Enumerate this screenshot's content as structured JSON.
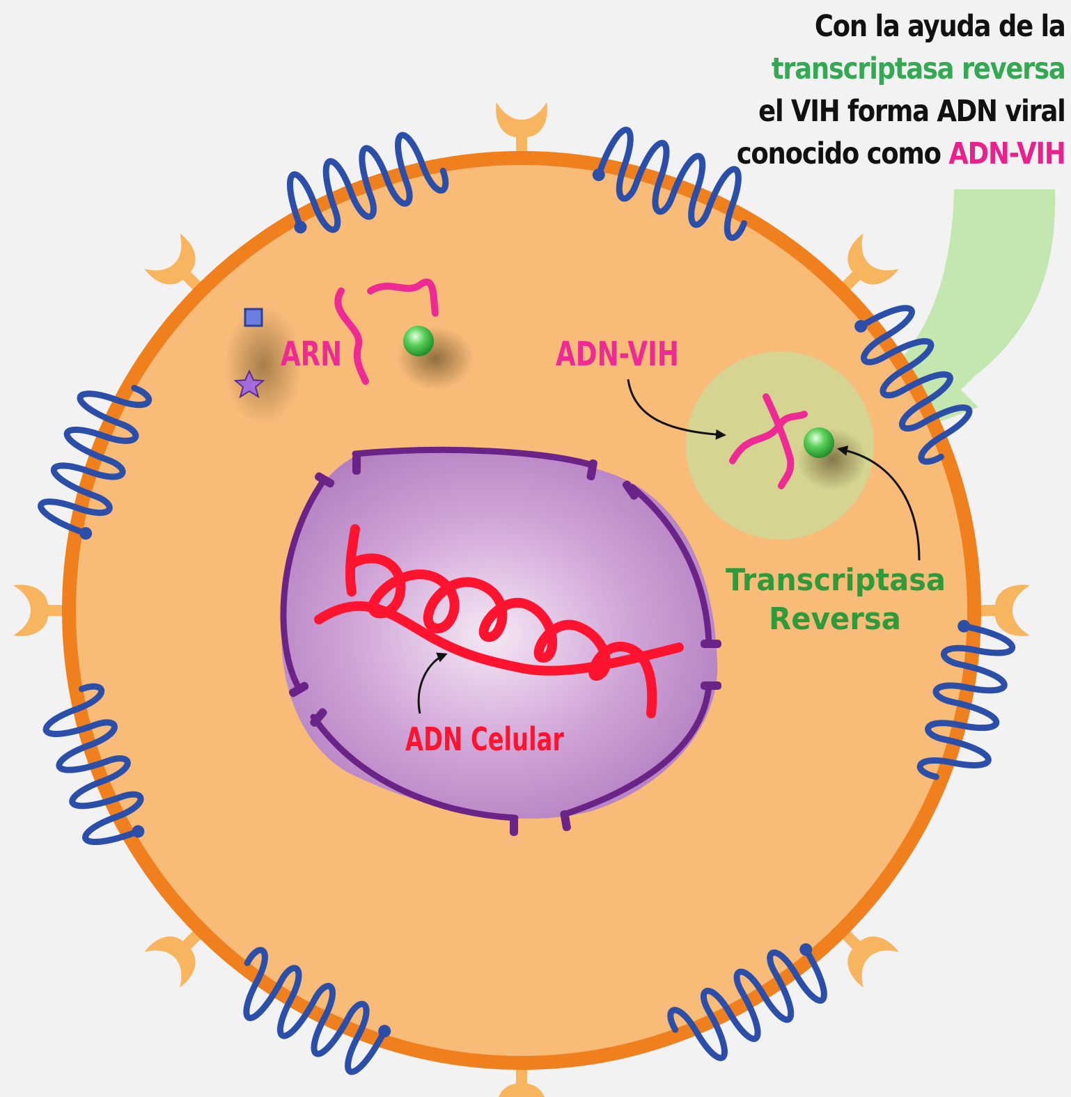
{
  "caption": {
    "line1": "Con la ayuda de la",
    "line2": "transcriptasa reversa",
    "line3": "el VIH forma ADN viral",
    "line4_prefix": "conocido como ",
    "line4_highlight": "ADN-VIH"
  },
  "labels": {
    "arn": "ARN",
    "adn_vih": "ADN-VIH",
    "transcriptasa_line1": "Transcriptasa",
    "transcriptasa_line2": "Reversa",
    "adn_celular": "ADN Celular"
  },
  "colors": {
    "background": "#f2f2f2",
    "cytoplasm": "#f8bb78",
    "membrane": "#f07f1e",
    "receptor_protein": "#2b4fa8",
    "receptor_cup": "#f6b55e",
    "nucleus": "#b882c6",
    "nuclear_envelope": "#6a2386",
    "cellular_dna": "#ff1430",
    "viral_rna": "#ee2a94",
    "reverse_transcriptase": "#4cc64c",
    "highlight_green": "#34a853",
    "highlight_pink": "#e8218c"
  },
  "icons": [
    "membrane-protein-icon",
    "receptor-icon",
    "square-molecule-icon",
    "star-molecule-icon",
    "enzyme-sphere-icon",
    "rna-strand-icon",
    "dna-helix-icon"
  ]
}
